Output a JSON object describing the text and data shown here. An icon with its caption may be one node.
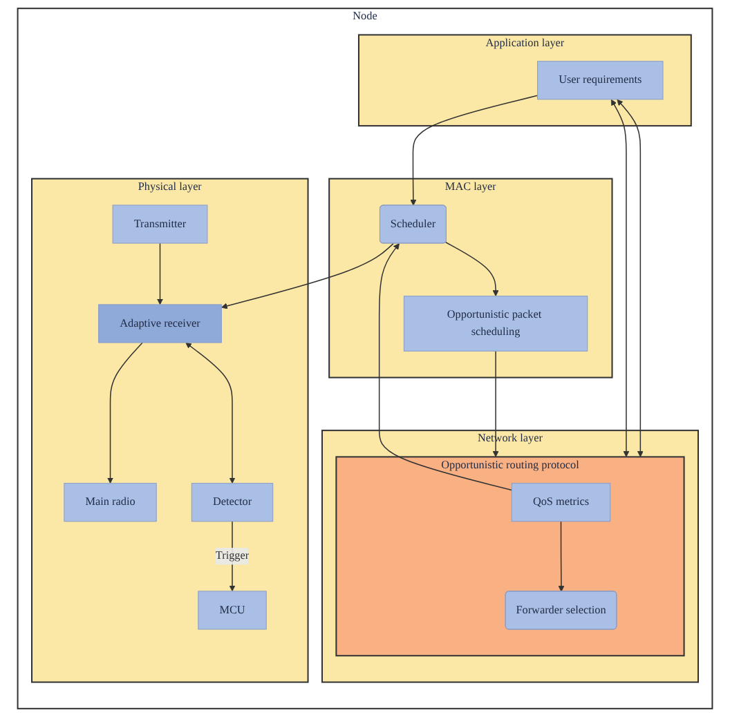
{
  "diagram": {
    "nodes": [
      {
        "text": [
          "Node"
        ]
      },
      {
        "text": [
          "Application layer"
        ],
        "in": 0
      },
      {
        "text": [
          "User requirements"
        ],
        "in": 1
      },
      {
        "text": [
          "Network layer"
        ],
        "in": 0
      },
      {
        "text": [
          "Opportunistic routing protocol"
        ],
        "in": 3
      },
      {
        "text": [
          "QoS metrics"
        ],
        "in": 4
      },
      {
        "text": [
          "Forwarder selection"
        ],
        "in": 4
      },
      {
        "text": [
          "MAC layer"
        ],
        "in": 0
      },
      {
        "text": [
          "Scheduler"
        ],
        "in": 7
      },
      {
        "text": [
          "Opportunistic packet scheduling"
        ],
        "in": 7
      },
      {
        "text": [
          "Physical layer"
        ],
        "in": 0
      },
      {
        "text": [
          "Adaptive receiver"
        ],
        "in": 10
      },
      {
        "text": [
          "Main radio"
        ],
        "in": 10
      },
      {
        "text": [
          "Transmitter"
        ],
        "in": 10
      },
      {
        "text": [
          "Detector"
        ],
        "in": 10
      },
      {
        "text": [
          "MCU"
        ],
        "in": 10
      }
    ],
    "edges": [
      {
        "from": 2,
        "to": 4,
        "arrow": "both"
      },
      {
        "from": 2,
        "to": 4,
        "arrow": "both"
      },
      {
        "from": 2,
        "to": 8,
        "arrow": "to"
      },
      {
        "from": 5,
        "to": 6,
        "arrow": "to"
      },
      {
        "from": 5,
        "to": 8,
        "arrow": "to"
      },
      {
        "from": 9,
        "to": 4,
        "arrow": "to"
      },
      {
        "from": 8,
        "to": 9,
        "arrow": "to"
      },
      {
        "from": 8,
        "to": 11,
        "arrow": "to"
      },
      {
        "from": 11,
        "to": 12,
        "arrow": "to"
      },
      {
        "from": 13,
        "to": 11,
        "arrow": "to"
      },
      {
        "from": 11,
        "to": 14,
        "arrow": "both"
      },
      {
        "from": 14,
        "to": 15,
        "arrow": "to",
        "label": "Trigger"
      }
    ]
  }
}
